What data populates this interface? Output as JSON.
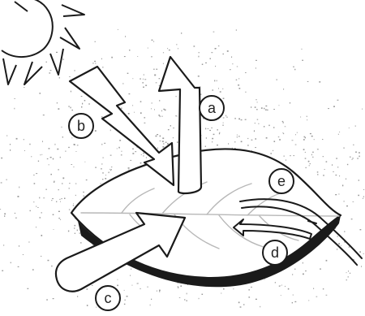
{
  "labels": {
    "a": "a",
    "b": "b",
    "c": "c",
    "d": "d",
    "e": "e"
  },
  "colors": {
    "ink": "#1a1a1a",
    "stipple": "#9a9a9a",
    "leaf_fill": "#ffffff",
    "background": "#ffffff"
  }
}
